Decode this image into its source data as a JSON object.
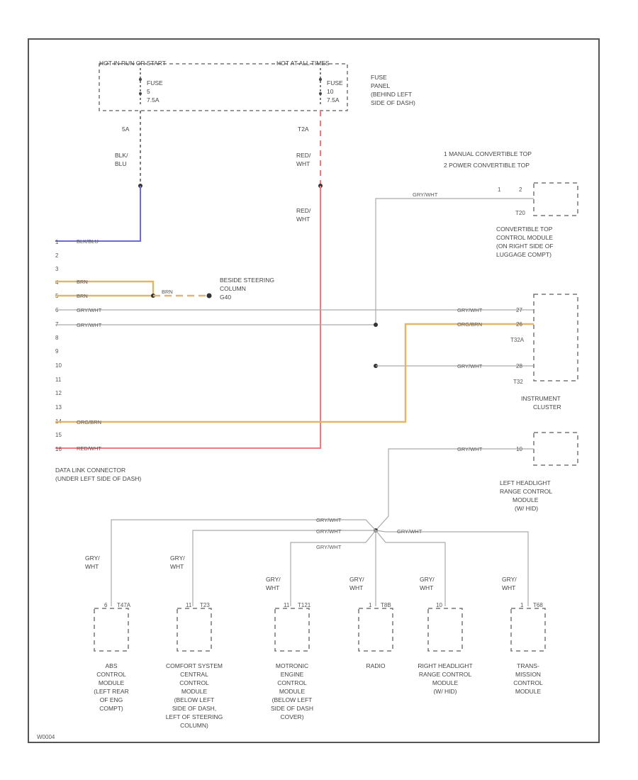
{
  "fuse_panel": {
    "hot_run_start": "HOT IN RUN OR START",
    "hot_all_times": "HOT AT ALL TIMES",
    "fuse1": [
      "FUSE",
      "5",
      "7.5A"
    ],
    "fuse2": [
      "FUSE",
      "10",
      "7.5A"
    ],
    "panel_label": [
      "FUSE",
      "PANEL",
      "(BEHIND LEFT",
      "SIDE OF DASH)"
    ]
  },
  "wires": {
    "fuse1_pin": "5A",
    "fuse1_color": [
      "BLK/",
      "BLU"
    ],
    "fuse2_pin": "T2A",
    "fuse2_color": [
      "RED/",
      "WHT"
    ],
    "fuse2_color2": [
      "RED/",
      "WHT"
    ],
    "blk_blu": "BLK/BLU",
    "brn": "BRN",
    "gry_wht": "GRY/WHT",
    "org_brn": "ORG/BRN",
    "red_wht": "RED/WHT"
  },
  "legend": [
    "1  MANUAL CONVERTIBLE TOP",
    "2  POWER CONVERTIBLE TOP"
  ],
  "convertible_module": {
    "pins": [
      "1",
      "2"
    ],
    "connector": "T20",
    "label": [
      "CONVERTIBLE TOP",
      "CONTROL MODULE",
      "(ON RIGHT SIDE OF",
      "LUGGAGE COMPT)"
    ]
  },
  "ground": {
    "label": [
      "BESIDE STEERING",
      "COLUMN",
      "G40"
    ]
  },
  "dlc": {
    "pins": [
      "1",
      "2",
      "3",
      "4",
      "5",
      "6",
      "7",
      "8",
      "9",
      "10",
      "11",
      "12",
      "13",
      "14",
      "15",
      "16"
    ],
    "label": [
      "DATA LINK CONNECTOR",
      "(UNDER LEFT SIDE OF DASH)"
    ]
  },
  "instrument_cluster": {
    "pins": [
      "27",
      "26",
      "28"
    ],
    "connectors": [
      "T32A",
      "T32"
    ],
    "label": [
      "INSTRUMENT",
      "CLUSTER"
    ]
  },
  "left_headlight": {
    "pin": "10",
    "label": [
      "LEFT HEADLIGHT",
      "RANGE CONTROL",
      "MODULE",
      "(W/ HID)"
    ]
  },
  "bottom_modules": [
    {
      "pin": "6",
      "connector": "T47A",
      "wire": [
        "GRY/",
        "WHT"
      ],
      "label": [
        "ABS",
        "CONTROL",
        "MODULE",
        "(LEFT REAR",
        "OF ENG",
        "COMPT)"
      ]
    },
    {
      "pin": "11",
      "connector": "T23",
      "wire": [
        "GRY/",
        "WHT"
      ],
      "label": [
        "COMFORT SYSTEM",
        "CENTRAL",
        "CONTROL",
        "MODULE",
        "(BELOW LEFT",
        "SIDE OF DASH,",
        "LEFT OF STEERING",
        "COLUMN)"
      ]
    },
    {
      "pin": "11",
      "connector": "T121",
      "wire": [
        "GRY/",
        "WHT"
      ],
      "label": [
        "MOTRONIC",
        "ENGINE",
        "CONTROL",
        "MODULE",
        "(BELOW LEFT",
        "SIDE OF DASH",
        "COVER)"
      ]
    },
    {
      "pin": "1",
      "connector": "T8B",
      "wire": [
        "GRY/",
        "WHT"
      ],
      "label": [
        "RADIO"
      ]
    },
    {
      "pin": "10",
      "connector": "",
      "wire": [
        "GRY/",
        "WHT"
      ],
      "label": [
        "RIGHT HEADLIGHT",
        "RANGE CONTROL",
        "MODULE",
        "(W/ HID)"
      ]
    },
    {
      "pin": "1",
      "connector": "T68",
      "wire": [
        "GRY/",
        "WHT"
      ],
      "label": [
        "TRANS-",
        "MISSION",
        "CONTROL",
        "MODULE"
      ]
    }
  ],
  "code": "W0004"
}
